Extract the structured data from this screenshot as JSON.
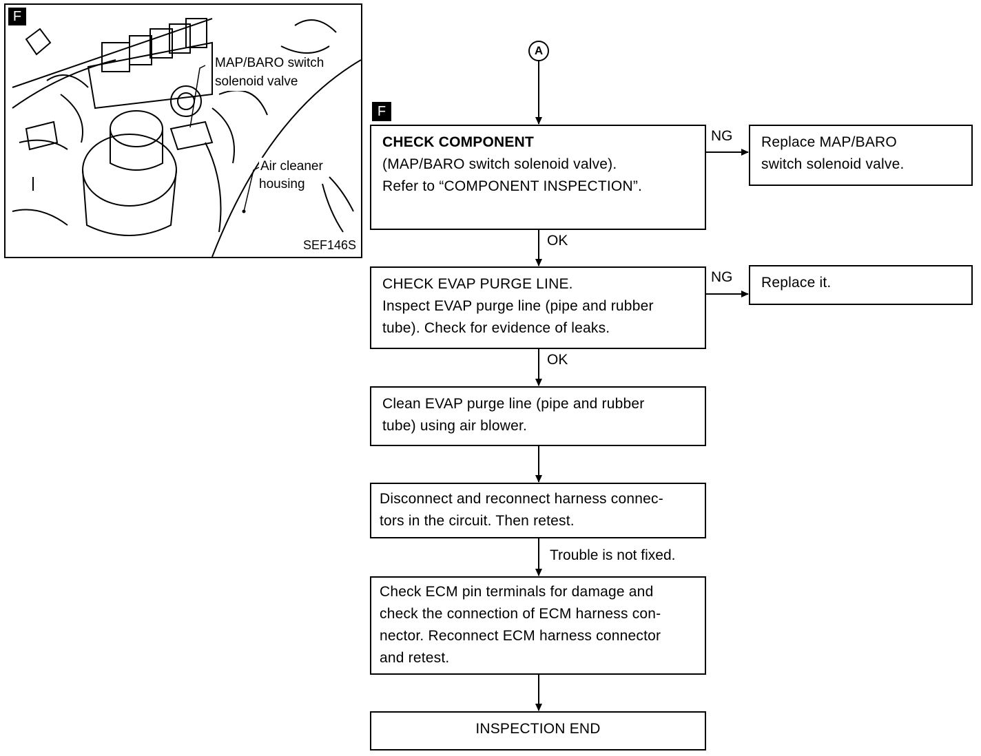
{
  "illustration": {
    "tag": "F",
    "labels": {
      "map_baro_line1": "MAP/BARO switch",
      "map_baro_line2": "solenoid valve",
      "air_cleaner_line1": "Air cleaner",
      "air_cleaner_line2": "housing",
      "figure_code": "SEF146S"
    }
  },
  "flow": {
    "connector": "A",
    "section_tag": "F",
    "check_component": {
      "title": "CHECK COMPONENT",
      "line2": "(MAP/BARO switch solenoid valve).",
      "line3": "Refer to “COMPONENT INSPECTION”."
    },
    "ng1_label": "NG",
    "ng1_result": {
      "line1": "Replace MAP/BARO",
      "line2": "switch solenoid valve."
    },
    "ok1_label": "OK",
    "check_evap": {
      "line1": "CHECK EVAP PURGE LINE.",
      "line2": "Inspect EVAP purge line (pipe and rubber",
      "line3": "tube). Check for evidence of leaks."
    },
    "ng2_label": "NG",
    "ng2_result": "Replace it.",
    "ok2_label": "OK",
    "clean_evap": {
      "line1": "Clean EVAP purge line (pipe and rubber",
      "line2": "tube) using air blower."
    },
    "disconnect": {
      "line1": "Disconnect and reconnect harness connec-",
      "line2": "tors in the circuit. Then retest."
    },
    "trouble_label": "Trouble is not fixed.",
    "check_ecm": {
      "line1": "Check ECM pin terminals for damage and",
      "line2": "check the connection of ECM harness con-",
      "line3": "nector. Reconnect ECM harness connector",
      "line4": "and retest."
    },
    "end": "INSPECTION END"
  }
}
